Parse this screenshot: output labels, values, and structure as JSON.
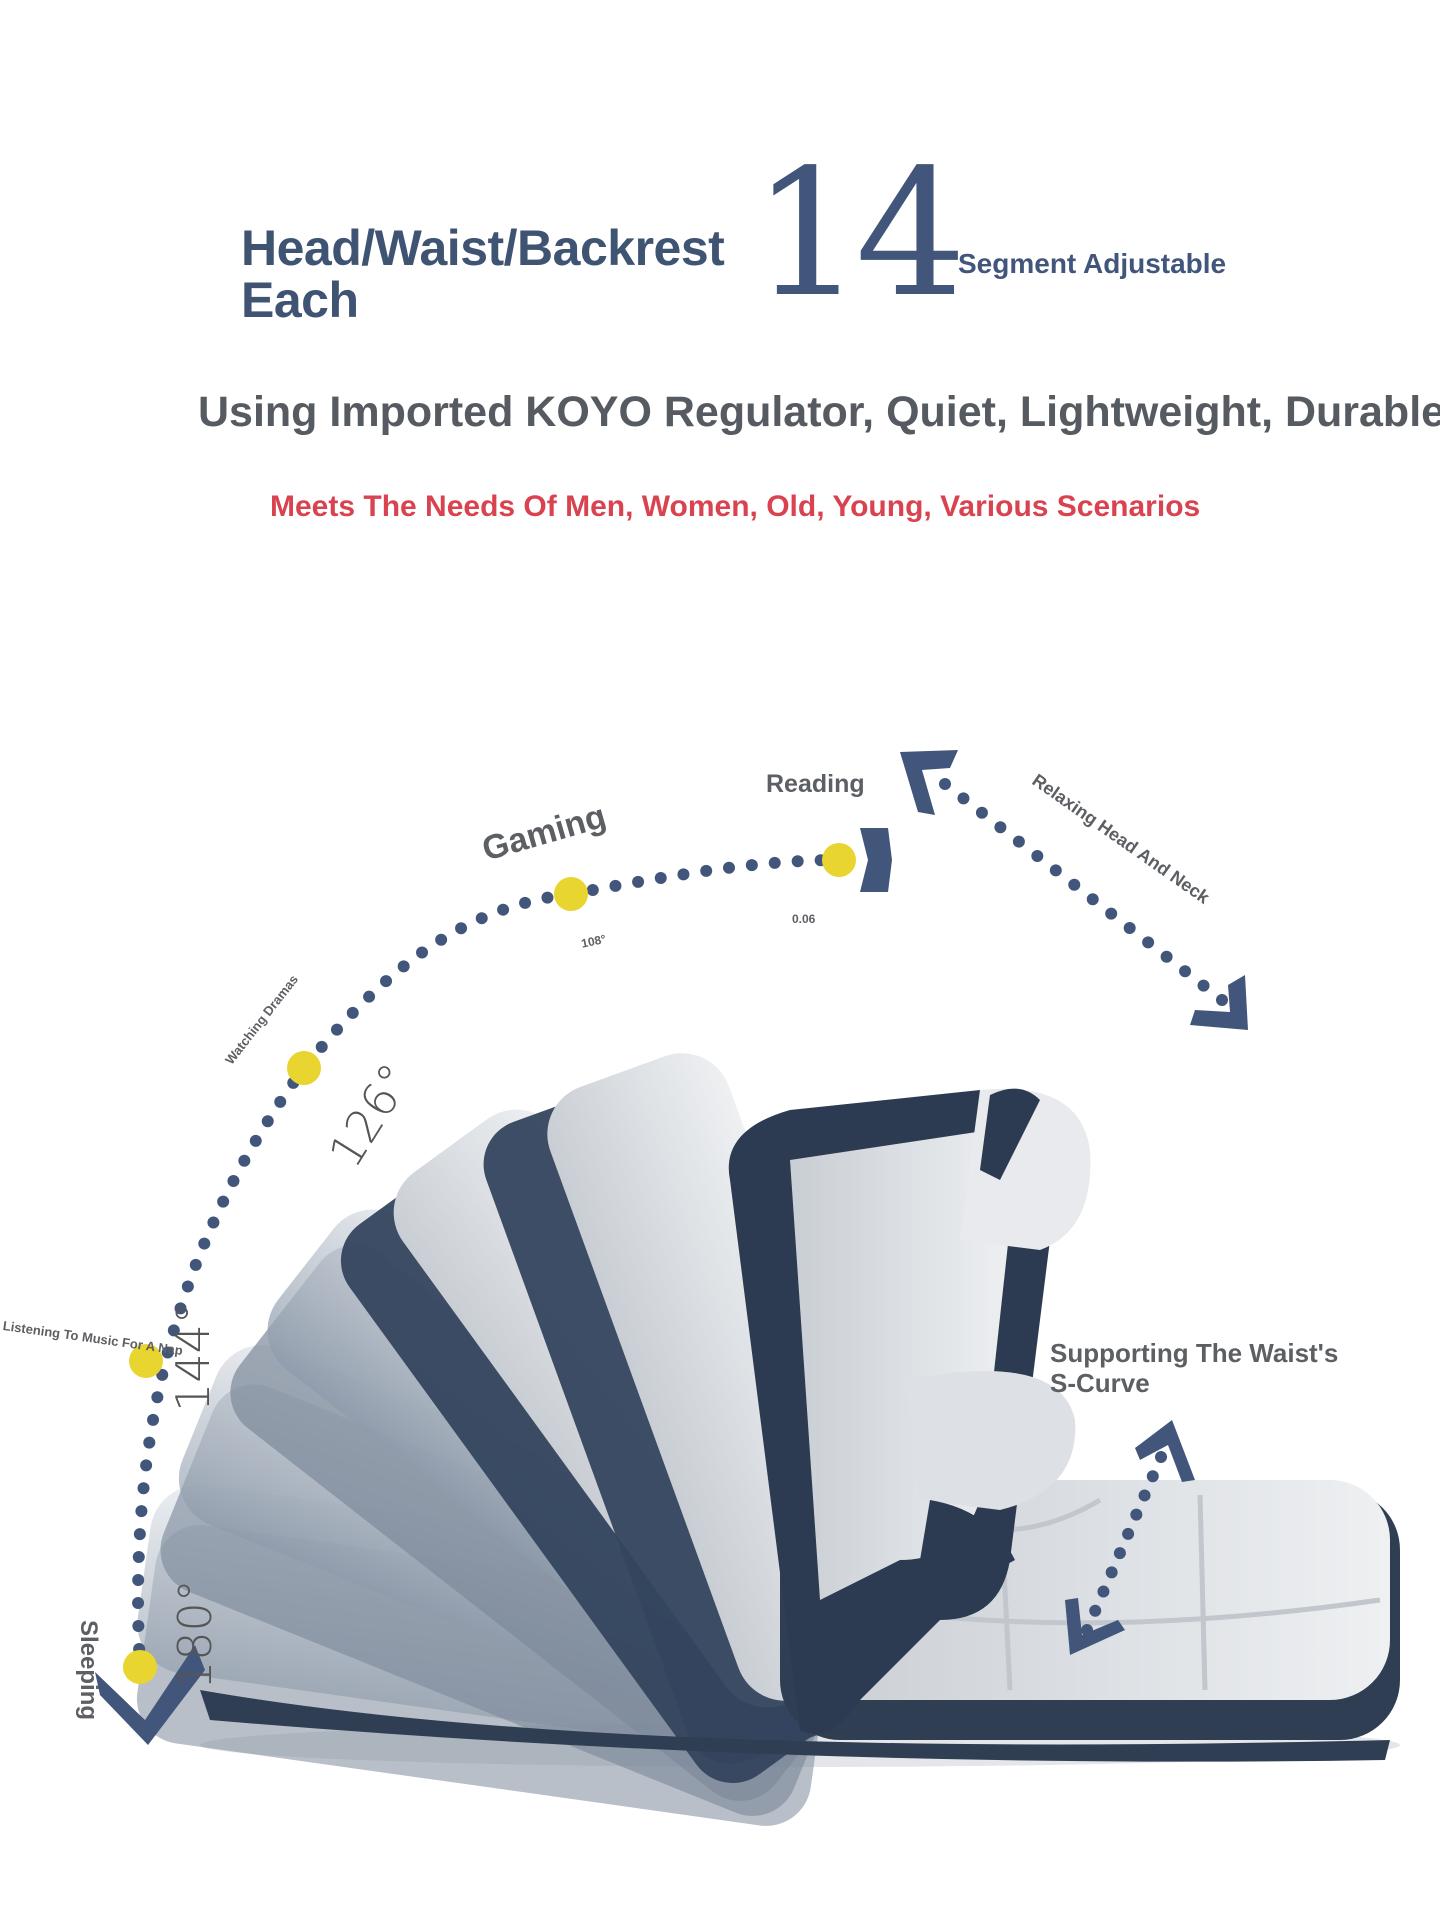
{
  "header": {
    "title_line1": "Head/Waist/Backrest",
    "title_line2": "Each",
    "segment_count": "14",
    "segment_label": "Segment Adjustable"
  },
  "subtitle": "Using Imported KOYO Regulator, Quiet, Lightweight, Durable",
  "tagline": "Meets The Needs Of Men, Women, Old, Young, Various Scenarios",
  "positions": {
    "sleeping": "Sleeping",
    "deg_180": "180°",
    "listening": "Listening To Music For A Nap",
    "deg_144": "144°",
    "watching": "Watching Dramas",
    "deg_126": "126°",
    "gaming": "Gaming",
    "deg_108": "108°",
    "reading": "Reading",
    "deg_reading": "0.06",
    "relaxing": "Relaxing Head And Neck",
    "waist_line1": "Supporting The Waist's",
    "waist_line2": "S-Curve"
  },
  "colors": {
    "navy": "#41567a",
    "yellow": "#e8d52f",
    "red": "#d9434f",
    "gray_text": "#555b61"
  }
}
